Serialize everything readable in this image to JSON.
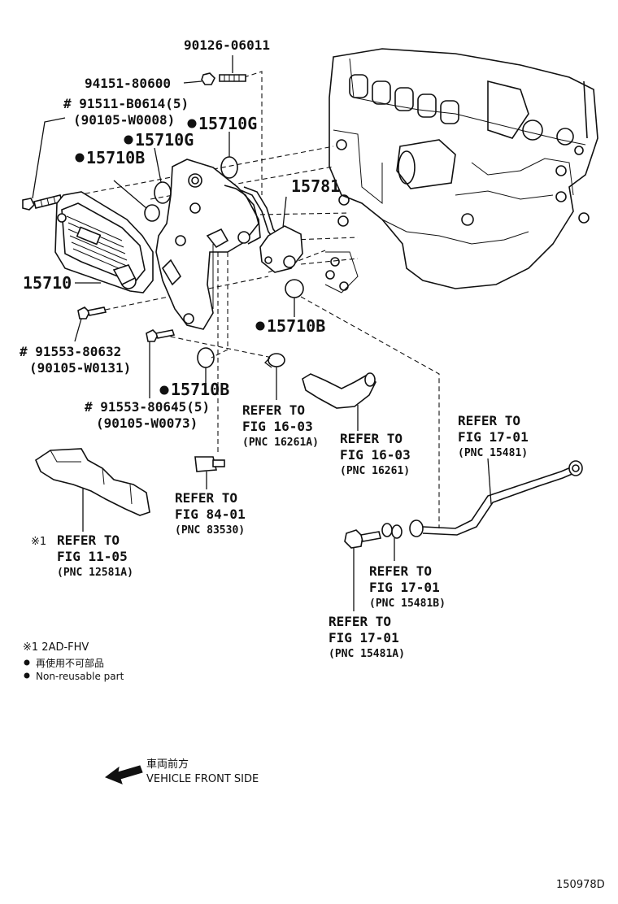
{
  "labels": {
    "bolt_top": "90126-06011",
    "nut_top": "94151-80600",
    "bolt_cooler_a": "# 91511-B0614(5)",
    "bolt_cooler_a_alt": "(90105-W0008)",
    "oring_g1": "15710G",
    "oring_g2": "15710G",
    "oring_b1": "15710B",
    "oring_b2": "15710B",
    "oring_b3": "15710B",
    "pipe_15781": "15781",
    "cooler": "15710",
    "bolt_b": "# 91553-80632",
    "bolt_b_alt": "(90105-W0131)",
    "bolt_c": "# 91553-80645(5)",
    "bolt_c_alt": "(90105-W0073)"
  },
  "refs": {
    "r1": {
      "line1": "REFER TO",
      "line2": "FIG 16-03",
      "line3": "(PNC 16261A)"
    },
    "r2": {
      "line1": "REFER TO",
      "line2": "FIG 16-03",
      "line3": "(PNC 16261)"
    },
    "r3": {
      "line1": "REFER TO",
      "line2": "FIG 17-01",
      "line3": "(PNC 15481)"
    },
    "r4": {
      "line1": "REFER TO",
      "line2": "FIG 84-01",
      "line3": "(PNC 83530)"
    },
    "r5": {
      "mark": "※1",
      "line1": "REFER TO",
      "line2": "FIG 11-05",
      "line3": "(PNC 12581A)"
    },
    "r6": {
      "line1": "REFER TO",
      "line2": "FIG 17-01",
      "line3": "(PNC 15481B)"
    },
    "r7": {
      "line1": "REFER TO",
      "line2": "FIG 17-01",
      "line3": "(PNC 15481A)"
    }
  },
  "legend": {
    "note1": "※1  2AD-FHV",
    "jp": "再使用不可部品",
    "en": "Non-reusable part"
  },
  "direction": {
    "jp": "車両前方",
    "en": "VEHICLE FRONT SIDE"
  },
  "figure_id": "150978D"
}
